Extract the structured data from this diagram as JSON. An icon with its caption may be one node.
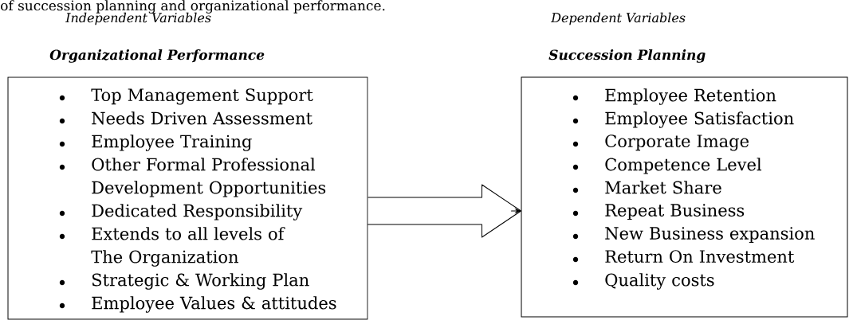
{
  "diagram": {
    "nodes": [
      {
        "text": [
          "Organizational Performance",
          "Top Management Support",
          "Needs Driven Assessment",
          "Employee Training",
          "Other Formal Professional Development Opportunities",
          "Dedicated Responsibility",
          "Extends to all levels of The Organization",
          "Strategic & Working Plan",
          "Employee Values & attitudes"
        ]
      },
      {
        "text": [
          "Succession Planning",
          "Employee Retention",
          "Employee Satisfaction",
          "Corporate Image",
          "Competence Level",
          "Market Share",
          "Repeat Business",
          "New Business expansion",
          "Return On Investment",
          "Quality costs"
        ]
      }
    ],
    "edges": [
      {
        "from": 0,
        "to": 1,
        "arrow": "to"
      }
    ],
    "labels": [
      "of succession planning and organizational performance.",
      "Independent Variables",
      "Dependent Variables"
    ]
  }
}
